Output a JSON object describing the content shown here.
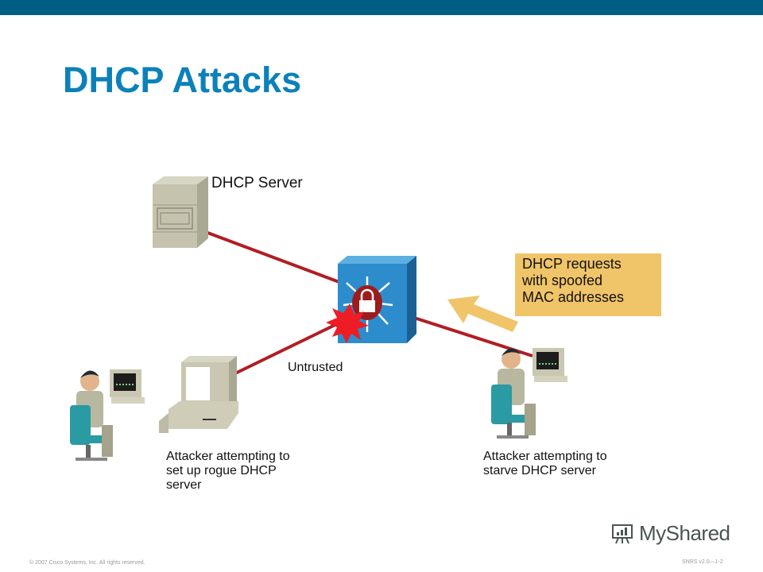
{
  "slide": {
    "title": "DHCP Attacks",
    "accent_color": "#005e84",
    "title_color": "#0c81b9"
  },
  "diagram": {
    "server_label": "DHCP Server",
    "untrusted_label": "Untrusted",
    "callout": {
      "lines": [
        "DHCP requests",
        "with spoofed",
        "MAC addresses"
      ],
      "color": "#f0c468"
    },
    "attacker_rogue": {
      "lines": [
        "Attacker attempting to",
        "set up rogue DHCP",
        "server"
      ]
    },
    "attacker_starve": {
      "lines": [
        "Attacker attempting to",
        "starve DHCP server"
      ]
    },
    "icons": [
      "server-icon",
      "switch-icon",
      "lock-icon",
      "explosion-icon",
      "arrow-icon",
      "workstation-icon",
      "person-icon"
    ]
  },
  "footer": {
    "copyright": "© 2007 Cisco Systems, Inc. All rights reserved.",
    "course_code": "SNRS v2.0—1-2",
    "brand": "MyShared"
  }
}
